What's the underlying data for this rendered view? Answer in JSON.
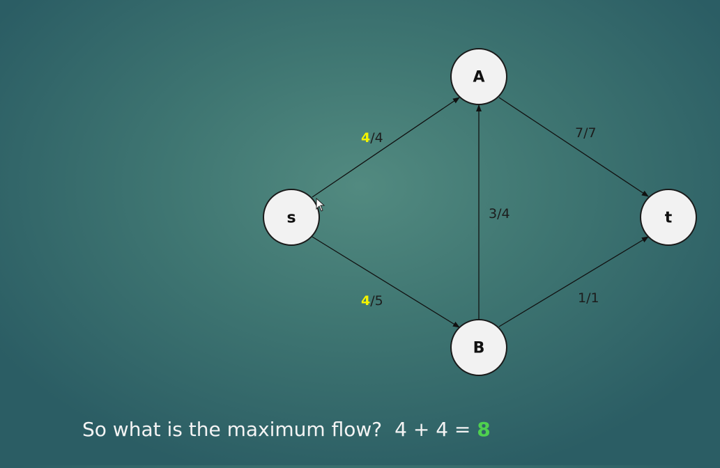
{
  "nodes": {
    "s": "s",
    "a": "A",
    "b": "B",
    "t": "t"
  },
  "edges": {
    "s_a": {
      "flow": "4",
      "capacity": "/4"
    },
    "s_b": {
      "flow": "4",
      "capacity": "/5"
    },
    "b_a": {
      "label": "3/4"
    },
    "a_t": {
      "label": "7/7"
    },
    "b_t": {
      "label": "1/1"
    }
  },
  "question": {
    "text": "So what is the maximum flow?",
    "equation": "4 + 4 =",
    "answer": "8"
  },
  "colors": {
    "saturated_flow": "#f3f300",
    "answer": "#4fd04f",
    "background": "#3f7672"
  }
}
